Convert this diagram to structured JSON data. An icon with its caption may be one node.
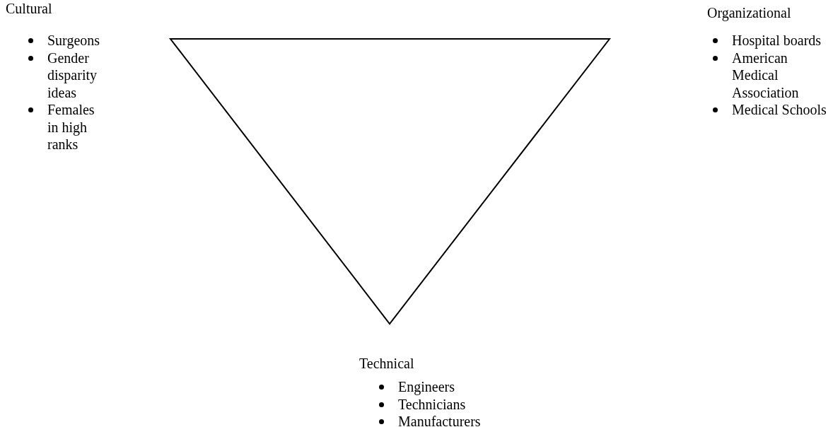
{
  "diagram": {
    "labels": [
      "Cultural",
      "Surgeons",
      "Gender disparity ideas",
      "Females in high ranks",
      "Organizational",
      "Hospital boards",
      "American Medical Association",
      "Medical Schools",
      "Technical",
      "Engineers",
      "Technicians",
      "Manufacturers"
    ]
  }
}
